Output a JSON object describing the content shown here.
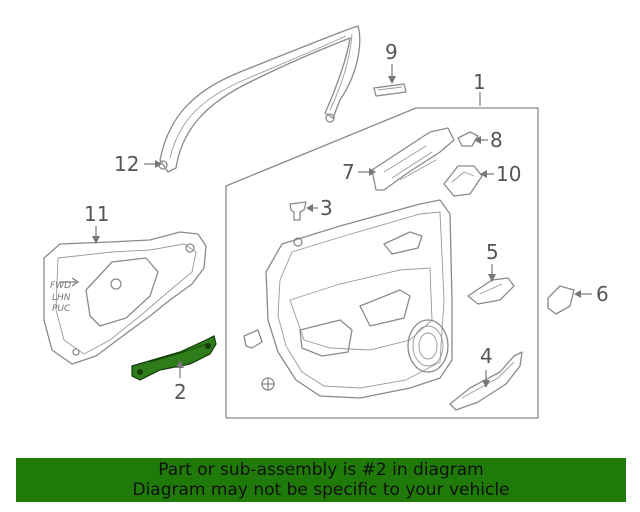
{
  "callouts": {
    "c1": "1",
    "c2": "2",
    "c3": "3",
    "c4": "4",
    "c5": "5",
    "c6": "6",
    "c7": "7",
    "c8": "8",
    "c9": "9",
    "c10": "10",
    "c11": "11",
    "c12": "12"
  },
  "shield_text": {
    "line1": "FWD",
    "line2": "LHN",
    "line3": "PUC"
  },
  "highlight_color": "#2e7d1a",
  "banner": {
    "line1": "Part or sub-assembly is #2 in diagram",
    "line2": "Diagram may not be specific to your vehicle",
    "background": "#1f7a0a"
  }
}
